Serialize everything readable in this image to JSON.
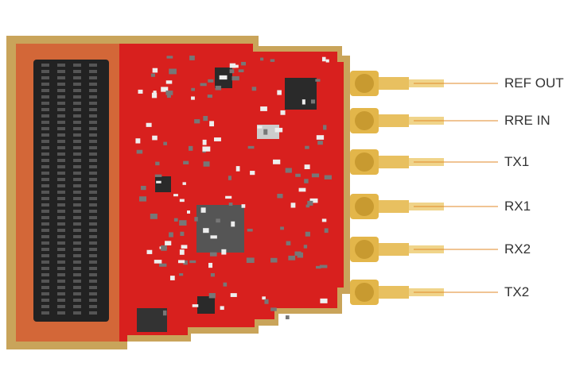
{
  "ports": [
    {
      "label": "REF OUT"
    },
    {
      "label": "RRE IN"
    },
    {
      "label": "TX1"
    },
    {
      "label": "RX1"
    },
    {
      "label": "RX2"
    },
    {
      "label": "TX2"
    }
  ],
  "colors": {
    "board": "#d8201e",
    "edge": "#c9a45a",
    "connector": "#222222",
    "callout_line": "#e08a2a",
    "gold": "#e3b64a"
  }
}
